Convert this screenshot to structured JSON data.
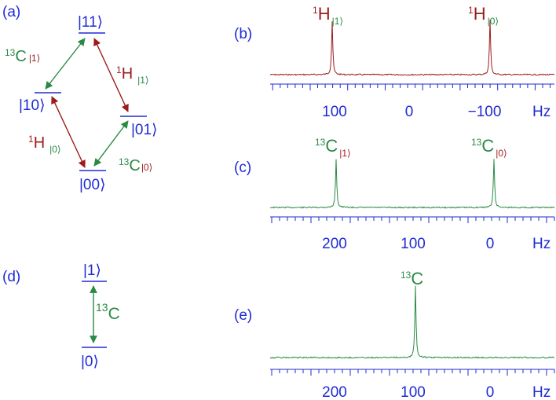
{
  "colors": {
    "blue": "#1f2bd6",
    "red": "#9b1c1c",
    "green": "#2a8a45"
  },
  "panels": {
    "a": "(a)",
    "b": "(b)",
    "c": "(c)",
    "d": "(d)",
    "e": "(e)"
  },
  "levels_a": {
    "k11": "|11⟩",
    "k10": "|10⟩",
    "k01": "|01⟩",
    "k00": "|00⟩"
  },
  "transitions_a": {
    "c13_top_sup": "13",
    "c13_top_base": "C",
    "c13_top_sub": "|1⟩",
    "h1_top_sup": "1",
    "h1_top_base": "H",
    "h1_top_sub": "|1⟩",
    "h1_bot_sup": "1",
    "h1_bot_base": "H",
    "h1_bot_sub": "|0⟩",
    "c13_bot_sup": "13",
    "c13_bot_base": "C",
    "c13_bot_sub": "|0⟩"
  },
  "levels_d": {
    "k1": "|1⟩",
    "k0": "|0⟩"
  },
  "transition_d": {
    "sup": "13",
    "base": "C"
  },
  "spectrum_b": {
    "peak_labels": [
      {
        "sup": "1",
        "base": "H",
        "sub": "|1⟩"
      },
      {
        "sup": "1",
        "base": "H",
        "sub": "|0⟩"
      }
    ],
    "ticks": [
      "100",
      "0",
      "−100"
    ],
    "unit": "Hz"
  },
  "spectrum_c": {
    "peak_labels": [
      {
        "sup": "13",
        "base": "C",
        "sub": "|1⟩"
      },
      {
        "sup": "13",
        "base": "C",
        "sub": "|0⟩"
      }
    ],
    "ticks": [
      "200",
      "100",
      "0"
    ],
    "unit": "Hz"
  },
  "spectrum_e": {
    "peak_labels": [
      {
        "sup": "13",
        "base": "C"
      }
    ],
    "ticks": [
      "200",
      "100",
      "0"
    ],
    "unit": "Hz"
  }
}
